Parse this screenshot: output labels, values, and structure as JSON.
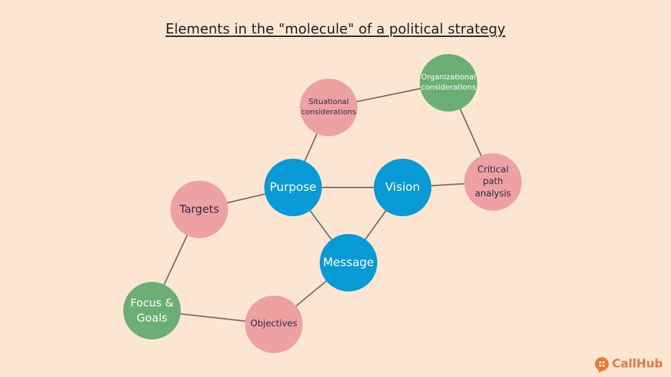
{
  "title": "Elements in the \"molecule\" of a political strategy",
  "colors": {
    "background": "#fce6d2",
    "core": "#079ad6",
    "secondary": "#eea0a3",
    "tertiary": "#6bae76",
    "edge": "#7a7068",
    "brand": "#e8783d"
  },
  "nodes": [
    {
      "id": "purpose",
      "label_lines": [
        "Purpose"
      ],
      "color": "core"
    },
    {
      "id": "vision",
      "label_lines": [
        "Vision"
      ],
      "color": "core"
    },
    {
      "id": "message",
      "label_lines": [
        "Message"
      ],
      "color": "core"
    },
    {
      "id": "situational",
      "label_lines": [
        "Situational",
        "considerations"
      ],
      "color": "secondary"
    },
    {
      "id": "organizational",
      "label_lines": [
        "Organizational",
        "considerations"
      ],
      "color": "tertiary"
    },
    {
      "id": "critical",
      "label_lines": [
        "Critical path",
        "analysis"
      ],
      "color": "secondary"
    },
    {
      "id": "targets",
      "label_lines": [
        "Targets"
      ],
      "color": "secondary"
    },
    {
      "id": "focus",
      "label_lines": [
        "Focus &",
        "Goals"
      ],
      "color": "tertiary"
    },
    {
      "id": "objectives",
      "label_lines": [
        "Objectives"
      ],
      "color": "secondary"
    }
  ],
  "edges": [
    {
      "from": "situational",
      "to": "organizational"
    },
    {
      "from": "organizational",
      "to": "critical"
    },
    {
      "from": "situational",
      "to": "purpose"
    },
    {
      "from": "purpose",
      "to": "vision"
    },
    {
      "from": "vision",
      "to": "critical"
    },
    {
      "from": "purpose",
      "to": "targets"
    },
    {
      "from": "purpose",
      "to": "message"
    },
    {
      "from": "vision",
      "to": "message"
    },
    {
      "from": "targets",
      "to": "focus"
    },
    {
      "from": "focus",
      "to": "objectives"
    },
    {
      "from": "objectives",
      "to": "message"
    }
  ],
  "logo": {
    "icon": "chat-bubble-icon",
    "text": "CallHub"
  }
}
